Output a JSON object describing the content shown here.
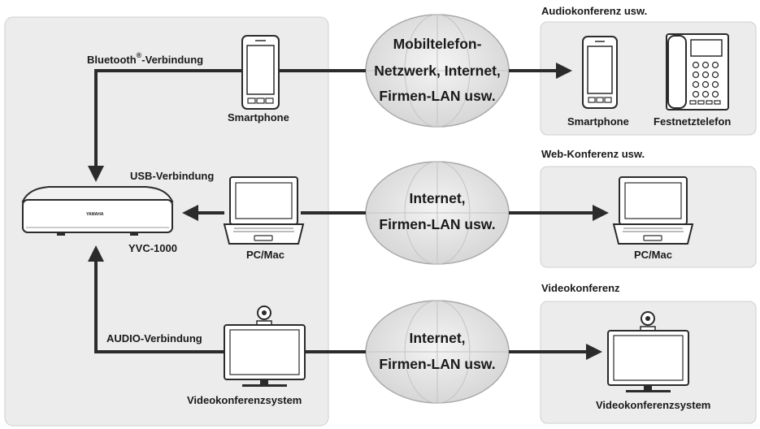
{
  "left_group": {
    "bluetooth_label": "Bluetooth",
    "bluetooth_reg": "®",
    "bluetooth_suffix": "-Verbindung",
    "usb_label": "USB-Verbindung",
    "audio_label": "AUDIO-Verbindung",
    "device_name": "YVC-1000",
    "device_brand": "YAMAHA",
    "smartphone_label": "Smartphone",
    "pc_label": "PC/Mac",
    "video_system_label": "Videokonferenzsystem"
  },
  "clouds": [
    {
      "lines": [
        "Mobiltelefon-",
        "Netzwerk, Internet,",
        "Firmen-LAN usw."
      ]
    },
    {
      "lines": [
        "Internet,",
        "Firmen-LAN usw."
      ]
    },
    {
      "lines": [
        "Internet,",
        "Firmen-LAN usw."
      ]
    }
  ],
  "right_panels": [
    {
      "title": "Audiokonferenz usw.",
      "devices": [
        "Smartphone",
        "Festnetztelefon"
      ]
    },
    {
      "title": "Web-Konferenz usw.",
      "devices": [
        "PC/Mac"
      ]
    },
    {
      "title": "Videokonferenz",
      "devices": [
        "Videokonferenzsystem"
      ]
    }
  ],
  "colors": {
    "panel_bg": "#ececec",
    "panel_border": "#c8c8c8",
    "line": "#2b2b2b",
    "cloud_fill": "#e4e4e4"
  }
}
